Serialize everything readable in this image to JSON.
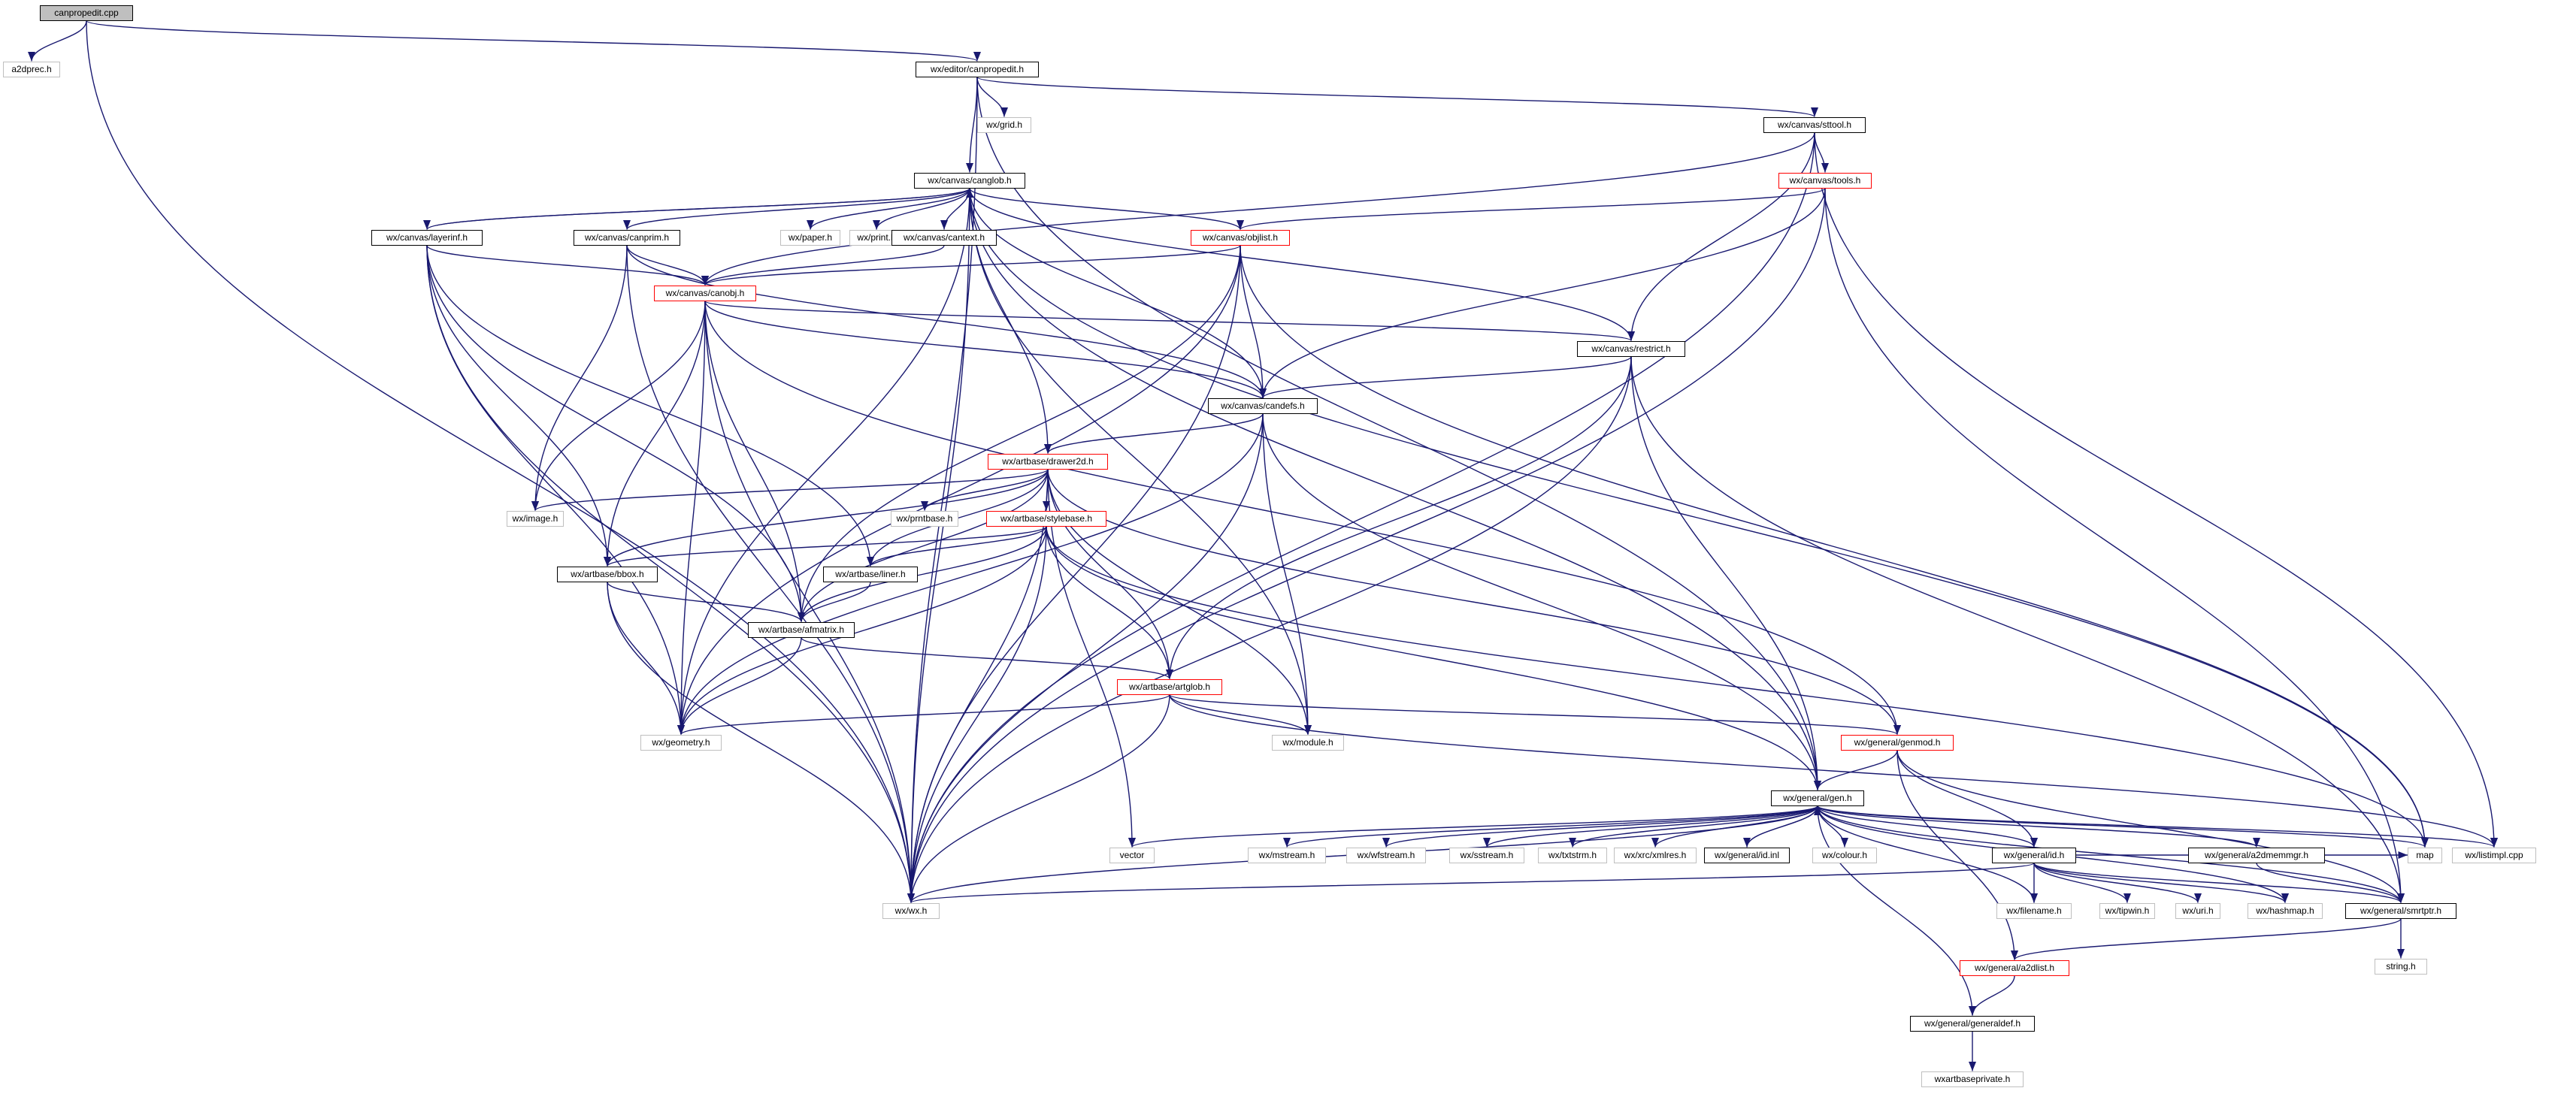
{
  "colors": {
    "edge": "#191970",
    "incomplete_border": "#ff0000",
    "root_fill": "#bfbfbf",
    "plain_border": "#bfbfbf",
    "documented_border": "#000000"
  },
  "nodes": [
    {
      "id": "canpropedit_cpp",
      "label": "canpropedit.cpp",
      "style": "root"
    },
    {
      "id": "a2dprec_h",
      "label": "a2dprec.h",
      "style": "plain"
    },
    {
      "id": "editor_canpropedit_h",
      "label": "wx/editor/canpropedit.h",
      "style": "doc"
    },
    {
      "id": "grid_h",
      "label": "wx/grid.h",
      "style": "plain"
    },
    {
      "id": "sttool_h",
      "label": "wx/canvas/sttool.h",
      "style": "doc"
    },
    {
      "id": "tools_h",
      "label": "wx/canvas/tools.h",
      "style": "incomplete"
    },
    {
      "id": "canglob_h",
      "label": "wx/canvas/canglob.h",
      "style": "doc"
    },
    {
      "id": "layerinf_h",
      "label": "wx/canvas/layerinf.h",
      "style": "doc"
    },
    {
      "id": "canprim_h",
      "label": "wx/canvas/canprim.h",
      "style": "doc"
    },
    {
      "id": "paper_h",
      "label": "wx/paper.h",
      "style": "plain"
    },
    {
      "id": "print_h",
      "label": "wx/print.h",
      "style": "plain"
    },
    {
      "id": "cantext_h",
      "label": "wx/canvas/cantext.h",
      "style": "doc"
    },
    {
      "id": "objlist_h",
      "label": "wx/canvas/objlist.h",
      "style": "incomplete"
    },
    {
      "id": "canobj_h",
      "label": "wx/canvas/canobj.h",
      "style": "incomplete"
    },
    {
      "id": "restrict_h",
      "label": "wx/canvas/restrict.h",
      "style": "doc"
    },
    {
      "id": "candefs_h",
      "label": "wx/canvas/candefs.h",
      "style": "doc"
    },
    {
      "id": "drawer2d_h",
      "label": "wx/artbase/drawer2d.h",
      "style": "incomplete"
    },
    {
      "id": "image_h",
      "label": "wx/image.h",
      "style": "plain"
    },
    {
      "id": "prntbase_h",
      "label": "wx/prntbase.h",
      "style": "plain"
    },
    {
      "id": "stylebase_h",
      "label": "wx/artbase/stylebase.h",
      "style": "incomplete"
    },
    {
      "id": "bbox_h",
      "label": "wx/artbase/bbox.h",
      "style": "doc"
    },
    {
      "id": "liner_h",
      "label": "wx/artbase/liner.h",
      "style": "doc"
    },
    {
      "id": "afmatrix_h",
      "label": "wx/artbase/afmatrix.h",
      "style": "doc"
    },
    {
      "id": "artglob_h",
      "label": "wx/artbase/artglob.h",
      "style": "incomplete"
    },
    {
      "id": "geometry_h",
      "label": "wx/geometry.h",
      "style": "plain"
    },
    {
      "id": "module_h",
      "label": "wx/module.h",
      "style": "plain"
    },
    {
      "id": "genmod_h",
      "label": "wx/general/genmod.h",
      "style": "incomplete"
    },
    {
      "id": "gen_h",
      "label": "wx/general/gen.h",
      "style": "doc"
    },
    {
      "id": "vector",
      "label": "vector",
      "style": "plain"
    },
    {
      "id": "mstream_h",
      "label": "wx/mstream.h",
      "style": "plain"
    },
    {
      "id": "wfstream_h",
      "label": "wx/wfstream.h",
      "style": "plain"
    },
    {
      "id": "sstream_h",
      "label": "wx/sstream.h",
      "style": "plain"
    },
    {
      "id": "txtstrm_h",
      "label": "wx/txtstrm.h",
      "style": "plain"
    },
    {
      "id": "xmlres_h",
      "label": "wx/xrc/xmlres.h",
      "style": "plain"
    },
    {
      "id": "id_inl",
      "label": "wx/general/id.inl",
      "style": "doc"
    },
    {
      "id": "colour_h",
      "label": "wx/colour.h",
      "style": "plain"
    },
    {
      "id": "id_h",
      "label": "wx/general/id.h",
      "style": "doc"
    },
    {
      "id": "a2dmemmgr_h",
      "label": "wx/general/a2dmemmgr.h",
      "style": "doc"
    },
    {
      "id": "map",
      "label": "map",
      "style": "plain"
    },
    {
      "id": "listimpl_cpp",
      "label": "wx/listimpl.cpp",
      "style": "plain"
    },
    {
      "id": "wx_h",
      "label": "wx/wx.h",
      "style": "plain"
    },
    {
      "id": "filename_h",
      "label": "wx/filename.h",
      "style": "plain"
    },
    {
      "id": "tipwin_h",
      "label": "wx/tipwin.h",
      "style": "plain"
    },
    {
      "id": "uri_h",
      "label": "wx/uri.h",
      "style": "plain"
    },
    {
      "id": "hashmap_h",
      "label": "wx/hashmap.h",
      "style": "plain"
    },
    {
      "id": "smrtptr_h",
      "label": "wx/general/smrtptr.h",
      "style": "doc"
    },
    {
      "id": "string_h",
      "label": "string.h",
      "style": "plain"
    },
    {
      "id": "a2dlist_h",
      "label": "wx/general/a2dlist.h",
      "style": "incomplete"
    },
    {
      "id": "generaldef_h",
      "label": "wx/general/generaldef.h",
      "style": "doc"
    },
    {
      "id": "wxartbaseprivate_h",
      "label": "wxartbaseprivate.h",
      "style": "plain"
    }
  ],
  "edges": [
    [
      "canpropedit_cpp",
      "a2dprec_h"
    ],
    [
      "canpropedit_cpp",
      "editor_canpropedit_h"
    ],
    [
      "canpropedit_cpp",
      "wx_h"
    ],
    [
      "editor_canpropedit_h",
      "grid_h"
    ],
    [
      "editor_canpropedit_h",
      "sttool_h"
    ],
    [
      "editor_canpropedit_h",
      "canglob_h"
    ],
    [
      "editor_canpropedit_h",
      "wx_h"
    ],
    [
      "editor_canpropedit_h",
      "gen_h"
    ],
    [
      "sttool_h",
      "tools_h"
    ],
    [
      "sttool_h",
      "canobj_h"
    ],
    [
      "sttool_h",
      "restrict_h"
    ],
    [
      "sttool_h",
      "wx_h"
    ],
    [
      "sttool_h",
      "listimpl_cpp"
    ],
    [
      "tools_h",
      "objlist_h"
    ],
    [
      "tools_h",
      "candefs_h"
    ],
    [
      "tools_h",
      "wx_h"
    ],
    [
      "tools_h",
      "smrtptr_h"
    ],
    [
      "canglob_h",
      "layerinf_h"
    ],
    [
      "canglob_h",
      "canprim_h"
    ],
    [
      "canglob_h",
      "paper_h"
    ],
    [
      "canglob_h",
      "print_h"
    ],
    [
      "canglob_h",
      "cantext_h"
    ],
    [
      "canglob_h",
      "objlist_h"
    ],
    [
      "canglob_h",
      "restrict_h"
    ],
    [
      "canglob_h",
      "candefs_h"
    ],
    [
      "canglob_h",
      "drawer2d_h"
    ],
    [
      "canglob_h",
      "module_h"
    ],
    [
      "canglob_h",
      "gen_h"
    ],
    [
      "canglob_h",
      "map"
    ],
    [
      "canglob_h",
      "geometry_h"
    ],
    [
      "canglob_h",
      "wx_h"
    ],
    [
      "layerinf_h",
      "canglob_h"
    ],
    [
      "layerinf_h",
      "canobj_h"
    ],
    [
      "layerinf_h",
      "bbox_h"
    ],
    [
      "layerinf_h",
      "liner_h"
    ],
    [
      "layerinf_h",
      "afmatrix_h"
    ],
    [
      "layerinf_h",
      "geometry_h"
    ],
    [
      "layerinf_h",
      "wx_h"
    ],
    [
      "canprim_h",
      "canobj_h"
    ],
    [
      "canprim_h",
      "image_h"
    ],
    [
      "canprim_h",
      "candefs_h"
    ],
    [
      "canprim_h",
      "wx_h"
    ],
    [
      "cantext_h",
      "canobj_h"
    ],
    [
      "objlist_h",
      "canobj_h"
    ],
    [
      "objlist_h",
      "candefs_h"
    ],
    [
      "objlist_h",
      "afmatrix_h"
    ],
    [
      "objlist_h",
      "geometry_h"
    ],
    [
      "objlist_h",
      "wx_h"
    ],
    [
      "objlist_h",
      "map"
    ],
    [
      "canobj_h",
      "restrict_h"
    ],
    [
      "canobj_h",
      "candefs_h"
    ],
    [
      "canobj_h",
      "image_h"
    ],
    [
      "canobj_h",
      "bbox_h"
    ],
    [
      "canobj_h",
      "afmatrix_h"
    ],
    [
      "canobj_h",
      "geometry_h"
    ],
    [
      "canobj_h",
      "genmod_h"
    ],
    [
      "canobj_h",
      "wx_h"
    ],
    [
      "restrict_h",
      "candefs_h"
    ],
    [
      "restrict_h",
      "artglob_h"
    ],
    [
      "restrict_h",
      "gen_h"
    ],
    [
      "restrict_h",
      "wx_h"
    ],
    [
      "restrict_h",
      "smrtptr_h"
    ],
    [
      "candefs_h",
      "drawer2d_h"
    ],
    [
      "candefs_h",
      "geometry_h"
    ],
    [
      "candefs_h",
      "module_h"
    ],
    [
      "candefs_h",
      "gen_h"
    ],
    [
      "candefs_h",
      "wx_h"
    ],
    [
      "drawer2d_h",
      "image_h"
    ],
    [
      "drawer2d_h",
      "prntbase_h"
    ],
    [
      "drawer2d_h",
      "stylebase_h"
    ],
    [
      "drawer2d_h",
      "bbox_h"
    ],
    [
      "drawer2d_h",
      "liner_h"
    ],
    [
      "drawer2d_h",
      "afmatrix_h"
    ],
    [
      "drawer2d_h",
      "artglob_h"
    ],
    [
      "drawer2d_h",
      "module_h"
    ],
    [
      "drawer2d_h",
      "vector"
    ],
    [
      "drawer2d_h",
      "genmod_h"
    ],
    [
      "drawer2d_h",
      "wx_h"
    ],
    [
      "stylebase_h",
      "bbox_h"
    ],
    [
      "stylebase_h",
      "liner_h"
    ],
    [
      "stylebase_h",
      "afmatrix_h"
    ],
    [
      "stylebase_h",
      "artglob_h"
    ],
    [
      "stylebase_h",
      "geometry_h"
    ],
    [
      "stylebase_h",
      "gen_h"
    ],
    [
      "stylebase_h",
      "wx_h"
    ],
    [
      "stylebase_h",
      "map"
    ],
    [
      "bbox_h",
      "afmatrix_h"
    ],
    [
      "bbox_h",
      "geometry_h"
    ],
    [
      "bbox_h",
      "wx_h"
    ],
    [
      "liner_h",
      "afmatrix_h"
    ],
    [
      "afmatrix_h",
      "artglob_h"
    ],
    [
      "afmatrix_h",
      "geometry_h"
    ],
    [
      "artglob_h",
      "geometry_h"
    ],
    [
      "artglob_h",
      "module_h"
    ],
    [
      "artglob_h",
      "genmod_h"
    ],
    [
      "artglob_h",
      "wx_h"
    ],
    [
      "artglob_h",
      "listimpl_cpp"
    ],
    [
      "genmod_h",
      "gen_h"
    ],
    [
      "genmod_h",
      "id_h"
    ],
    [
      "genmod_h",
      "a2dlist_h"
    ],
    [
      "genmod_h",
      "smrtptr_h"
    ],
    [
      "gen_h",
      "vector"
    ],
    [
      "gen_h",
      "mstream_h"
    ],
    [
      "gen_h",
      "wfstream_h"
    ],
    [
      "gen_h",
      "sstream_h"
    ],
    [
      "gen_h",
      "txtstrm_h"
    ],
    [
      "gen_h",
      "xmlres_h"
    ],
    [
      "gen_h",
      "id_inl"
    ],
    [
      "gen_h",
      "colour_h"
    ],
    [
      "gen_h",
      "id_h"
    ],
    [
      "gen_h",
      "a2dmemmgr_h"
    ],
    [
      "gen_h",
      "map"
    ],
    [
      "gen_h",
      "listimpl_cpp"
    ],
    [
      "gen_h",
      "wx_h"
    ],
    [
      "gen_h",
      "filename_h"
    ],
    [
      "gen_h",
      "hashmap_h"
    ],
    [
      "gen_h",
      "smrtptr_h"
    ],
    [
      "gen_h",
      "generaldef_h"
    ],
    [
      "id_inl",
      "gen_h"
    ],
    [
      "id_h",
      "wx_h"
    ],
    [
      "id_h",
      "filename_h"
    ],
    [
      "id_h",
      "tipwin_h"
    ],
    [
      "id_h",
      "uri_h"
    ],
    [
      "id_h",
      "hashmap_h"
    ],
    [
      "id_h",
      "smrtptr_h"
    ],
    [
      "id_h",
      "map"
    ],
    [
      "a2dmemmgr_h",
      "smrtptr_h"
    ],
    [
      "smrtptr_h",
      "string_h"
    ],
    [
      "smrtptr_h",
      "a2dlist_h"
    ],
    [
      "a2dlist_h",
      "generaldef_h"
    ],
    [
      "generaldef_h",
      "wxartbaseprivate_h"
    ]
  ]
}
